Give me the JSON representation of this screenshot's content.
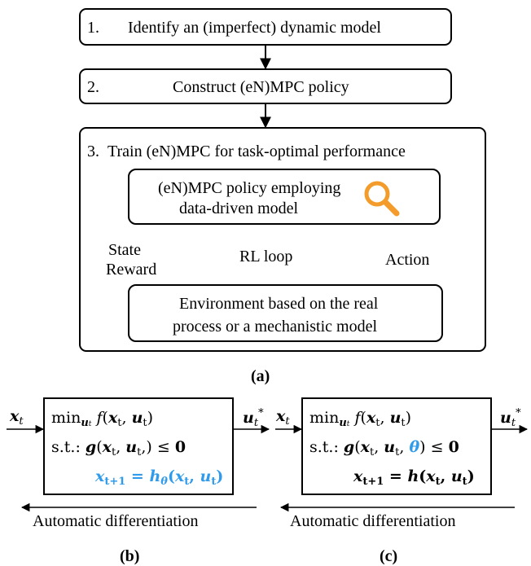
{
  "panel_a": {
    "step1": {
      "num": "1.",
      "text": "Identify an (imperfect) dynamic model"
    },
    "step2": {
      "num": "2.",
      "text": "Construct (eN)MPC policy"
    },
    "step3": {
      "num": "3.",
      "text": "Train (eN)MPC for task-optimal performance"
    },
    "policy_box": {
      "line1": "(eN)MPC policy employing",
      "line2": "data-driven model"
    },
    "env_box": {
      "line1": "Environment based on the real",
      "line2": "process or a mechanistic model"
    },
    "state_label": "State",
    "reward_label": "Reward",
    "action_label": "Action",
    "rl_loop": "RL loop",
    "caption": "(a)",
    "icon": "magnifier-icon",
    "colors": {
      "icon": "#f39c2b",
      "highlight": "#2f9bea"
    }
  },
  "panel_b": {
    "input": "x",
    "input_sub": "t",
    "output": "u",
    "output_sub": "t",
    "output_sup": "*",
    "row1_min": "min",
    "row1_expr": "f(xₜ, uₜ)",
    "row2_prefix": "s.t.:",
    "row2_expr": "g(xₜ, uₜ,) ≤ 0",
    "row3_expr": "xₜ₊₁ = hθ(xₜ, uₜ)",
    "bottom": "Automatic differentiation",
    "caption": "(b)"
  },
  "panel_c": {
    "input": "x",
    "input_sub": "t",
    "output": "u",
    "output_sub": "t",
    "output_sup": "*",
    "row1_min": "min",
    "row1_expr": "f(xₜ, uₜ)",
    "row2_prefix": "s.t.:",
    "row2_expr": "g(xₜ, uₜ, θ) ≤ 0",
    "row3_expr": "xₜ₊₁ = h(xₜ, uₜ)",
    "bottom": "Automatic differentiation",
    "caption": "(c)"
  }
}
